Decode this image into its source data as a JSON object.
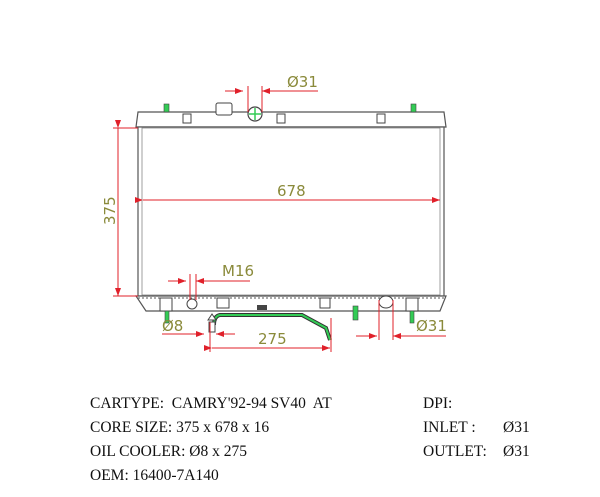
{
  "drawing": {
    "dimensions": {
      "inlet_diameter": "Ø31",
      "core_width": "678",
      "core_height": "375",
      "drain_thread": "M16",
      "oil_cooler_diameter": "Ø8",
      "oil_cooler_length": "275",
      "outlet_diameter": "Ø31"
    },
    "colors": {
      "outline": "#555555",
      "dimension": "#e0202a",
      "dimension_text": "#8a8a3a",
      "fitting": "#33cc55"
    }
  },
  "specs": {
    "cartype": "CARTYPE:  CAMRY'92-94 SV40  AT",
    "core_size": "CORE SIZE: 375 x 678 x 16",
    "oil_cooler": "OIL COOLER: Ø8 x 275",
    "oem": "OEM: 16400-7A140",
    "dpi_label": "DPI:",
    "inlet_label": "INLET :",
    "inlet_value": "Ø31",
    "outlet_label": "OUTLET:",
    "outlet_value": "Ø31"
  }
}
